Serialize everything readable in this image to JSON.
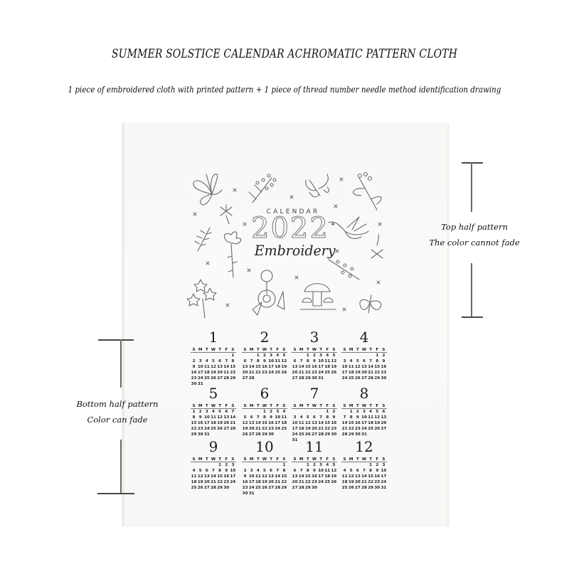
{
  "header": {
    "title": "SUMMER SOLSTICE CALENDAR ACHROMATIC PATTERN CLOTH",
    "subtitle": "1 piece of embroidered cloth with printed pattern + 1 piece of thread number needle method identification drawing"
  },
  "cloth": {
    "calendar_label": "CALENDAR",
    "year": "2022",
    "script_title": "Embroidery",
    "illustrations": [
      "butterfly-icon",
      "lavender-sprig-icon",
      "moth-icon",
      "berry-branch-icon",
      "small-flower-icon",
      "bird-icon",
      "fern-icon",
      "thistle-flower-icon",
      "star-sprig-icon",
      "dandelion-icon",
      "mushroom-icon",
      "leafy-branch-icon",
      "butterfly-icon"
    ],
    "weekday_headers": [
      "S",
      "M",
      "T",
      "W",
      "T",
      "F",
      "S"
    ],
    "months": [
      {
        "number": "1",
        "weeks": [
          [
            "",
            "",
            "",
            "",
            "",
            "",
            "1"
          ],
          [
            "2",
            "3",
            "4",
            "5",
            "6",
            "7",
            "8"
          ],
          [
            "9",
            "10",
            "11",
            "12",
            "13",
            "14",
            "15"
          ],
          [
            "16",
            "17",
            "18",
            "19",
            "20",
            "21",
            "22"
          ],
          [
            "23",
            "24",
            "25",
            "26",
            "27",
            "28",
            "29"
          ],
          [
            "30",
            "31",
            "",
            "",
            "",
            "",
            ""
          ]
        ]
      },
      {
        "number": "2",
        "weeks": [
          [
            "",
            "",
            "1",
            "2",
            "3",
            "4",
            "5"
          ],
          [
            "6",
            "7",
            "8",
            "9",
            "10",
            "11",
            "12"
          ],
          [
            "13",
            "14",
            "15",
            "16",
            "17",
            "18",
            "19"
          ],
          [
            "20",
            "21",
            "22",
            "23",
            "24",
            "25",
            "26"
          ],
          [
            "27",
            "28",
            "",
            "",
            "",
            "",
            ""
          ]
        ]
      },
      {
        "number": "3",
        "weeks": [
          [
            "",
            "",
            "1",
            "2",
            "3",
            "4",
            "5"
          ],
          [
            "6",
            "7",
            "8",
            "9",
            "10",
            "11",
            "12"
          ],
          [
            "13",
            "14",
            "15",
            "16",
            "17",
            "18",
            "19"
          ],
          [
            "20",
            "21",
            "22",
            "23",
            "24",
            "25",
            "26"
          ],
          [
            "27",
            "28",
            "29",
            "30",
            "31",
            "",
            ""
          ]
        ]
      },
      {
        "number": "4",
        "weeks": [
          [
            "",
            "",
            "",
            "",
            "",
            "1",
            "2"
          ],
          [
            "3",
            "4",
            "5",
            "6",
            "7",
            "8",
            "9"
          ],
          [
            "10",
            "11",
            "12",
            "13",
            "14",
            "15",
            "16"
          ],
          [
            "17",
            "18",
            "19",
            "20",
            "21",
            "22",
            "23"
          ],
          [
            "24",
            "25",
            "26",
            "27",
            "28",
            "29",
            "30"
          ]
        ]
      },
      {
        "number": "5",
        "weeks": [
          [
            "1",
            "2",
            "3",
            "4",
            "5",
            "6",
            "7"
          ],
          [
            "8",
            "9",
            "10",
            "11",
            "12",
            "13",
            "14"
          ],
          [
            "15",
            "16",
            "17",
            "18",
            "19",
            "20",
            "21"
          ],
          [
            "22",
            "23",
            "24",
            "25",
            "26",
            "27",
            "28"
          ],
          [
            "29",
            "30",
            "31",
            "",
            "",
            "",
            ""
          ]
        ]
      },
      {
        "number": "6",
        "weeks": [
          [
            "",
            "",
            "",
            "1",
            "2",
            "3",
            "4"
          ],
          [
            "5",
            "6",
            "7",
            "8",
            "9",
            "10",
            "11"
          ],
          [
            "12",
            "13",
            "14",
            "15",
            "16",
            "17",
            "18"
          ],
          [
            "19",
            "20",
            "21",
            "22",
            "23",
            "24",
            "25"
          ],
          [
            "26",
            "27",
            "28",
            "29",
            "30",
            "",
            ""
          ]
        ]
      },
      {
        "number": "7",
        "weeks": [
          [
            "",
            "",
            "",
            "",
            "",
            "1",
            "2"
          ],
          [
            "3",
            "4",
            "5",
            "6",
            "7",
            "8",
            "9"
          ],
          [
            "10",
            "11",
            "12",
            "13",
            "14",
            "15",
            "16"
          ],
          [
            "17",
            "18",
            "19",
            "20",
            "21",
            "22",
            "23"
          ],
          [
            "24",
            "25",
            "26",
            "27",
            "28",
            "29",
            "30"
          ],
          [
            "31",
            "",
            "",
            "",
            "",
            "",
            ""
          ]
        ]
      },
      {
        "number": "8",
        "weeks": [
          [
            "",
            "1",
            "2",
            "3",
            "4",
            "5",
            "6"
          ],
          [
            "7",
            "8",
            "9",
            "10",
            "11",
            "12",
            "13"
          ],
          [
            "14",
            "15",
            "16",
            "17",
            "18",
            "19",
            "20"
          ],
          [
            "21",
            "22",
            "23",
            "24",
            "25",
            "26",
            "27"
          ],
          [
            "28",
            "29",
            "30",
            "31",
            "",
            "",
            ""
          ]
        ]
      },
      {
        "number": "9",
        "weeks": [
          [
            "",
            "",
            "",
            "",
            "1",
            "2",
            "3"
          ],
          [
            "4",
            "5",
            "6",
            "7",
            "8",
            "9",
            "10"
          ],
          [
            "11",
            "12",
            "13",
            "14",
            "15",
            "16",
            "17"
          ],
          [
            "18",
            "19",
            "20",
            "21",
            "22",
            "23",
            "24"
          ],
          [
            "25",
            "26",
            "27",
            "28",
            "29",
            "30",
            ""
          ]
        ]
      },
      {
        "number": "10",
        "weeks": [
          [
            "",
            "",
            "",
            "",
            "",
            "",
            "1"
          ],
          [
            "2",
            "3",
            "4",
            "5",
            "6",
            "7",
            "8"
          ],
          [
            "9",
            "10",
            "11",
            "12",
            "13",
            "14",
            "15"
          ],
          [
            "16",
            "17",
            "18",
            "19",
            "20",
            "21",
            "22"
          ],
          [
            "23",
            "24",
            "25",
            "26",
            "27",
            "28",
            "29"
          ],
          [
            "30",
            "31",
            "",
            "",
            "",
            "",
            ""
          ]
        ]
      },
      {
        "number": "11",
        "weeks": [
          [
            "",
            "",
            "1",
            "2",
            "3",
            "4",
            "5"
          ],
          [
            "6",
            "7",
            "8",
            "9",
            "10",
            "11",
            "12"
          ],
          [
            "13",
            "14",
            "15",
            "16",
            "17",
            "18",
            "19"
          ],
          [
            "20",
            "21",
            "22",
            "23",
            "24",
            "25",
            "26"
          ],
          [
            "27",
            "28",
            "29",
            "30",
            "",
            "",
            ""
          ]
        ]
      },
      {
        "number": "12",
        "weeks": [
          [
            "",
            "",
            "",
            "",
            "1",
            "2",
            "3"
          ],
          [
            "4",
            "5",
            "6",
            "7",
            "8",
            "9",
            "10"
          ],
          [
            "11",
            "12",
            "13",
            "14",
            "15",
            "16",
            "17"
          ],
          [
            "18",
            "19",
            "20",
            "21",
            "22",
            "23",
            "24"
          ],
          [
            "25",
            "26",
            "27",
            "28",
            "29",
            "30",
            "31"
          ]
        ]
      }
    ]
  },
  "annotations": {
    "top": {
      "line1": "Top half pattern",
      "line2": "The color cannot fade"
    },
    "bottom": {
      "line1": "Bottom half pattern",
      "line2": "Color can fade"
    }
  }
}
